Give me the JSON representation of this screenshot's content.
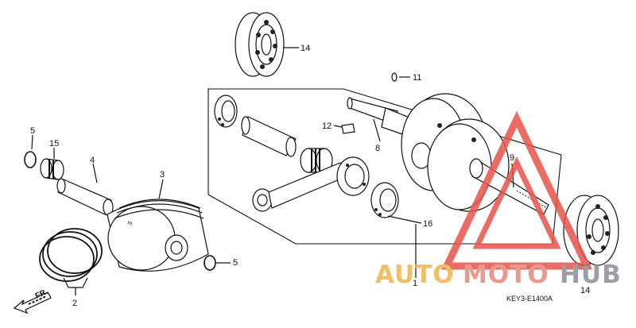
{
  "diagram": {
    "callouts": {
      "c1": "1",
      "c2": "2",
      "c3": "3",
      "c4": "4",
      "c5a": "5",
      "c5b": "5",
      "c8": "8",
      "c9": "9",
      "c11": "11",
      "c12": "12",
      "c14a": "14",
      "c14b": "14",
      "c15": "15",
      "c16": "16"
    },
    "piston_marking": "IN",
    "front_arrow": "FR.",
    "drawing_code": "KEY3-E1400A"
  },
  "watermark": {
    "part1": "AUTO",
    "part2": "MOTO",
    "part3": "HUB",
    "colors": {
      "part1": "#f2b24a",
      "part2": "#e58a7a",
      "part3": "#8a8f96",
      "triangle": "#e8534a"
    }
  }
}
